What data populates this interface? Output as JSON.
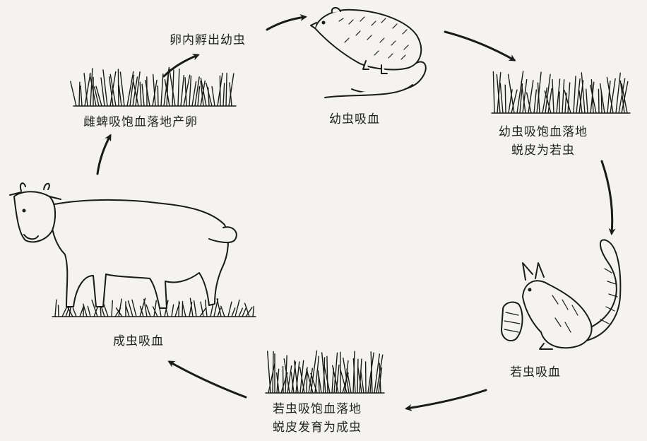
{
  "stages": {
    "eggs_hatch": "卵内孵出幼虫",
    "larva_feeds": "幼虫吸血",
    "larva_molt": [
      "幼虫吸饱血落地",
      "蜕皮为若虫"
    ],
    "nymph_feeds": "若虫吸血",
    "nymph_molt": [
      "若虫吸饱血落地",
      "蜕皮发育为成虫"
    ],
    "adult_feeds": "成虫吸血",
    "female_lays": "雌蜱吸饱血落地产卵"
  },
  "hosts": [
    "rat-icon",
    "squirrel-icon",
    "cow-icon"
  ],
  "colors": {
    "ink": "#1a1a1a",
    "paper": "#f4f3ef"
  }
}
